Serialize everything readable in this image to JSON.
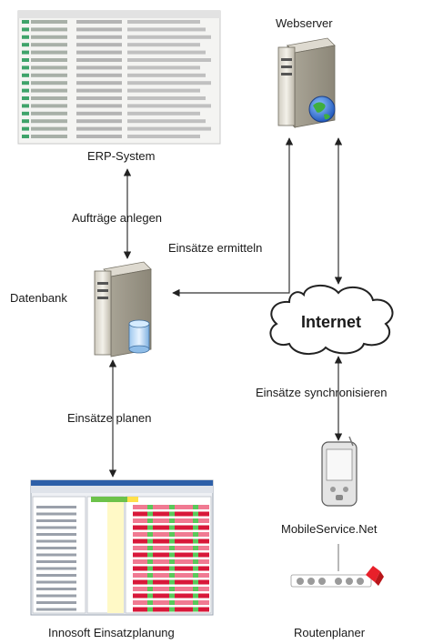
{
  "nodes": {
    "erp_system": {
      "label": "ERP-System"
    },
    "webserver": {
      "label": "Webserver"
    },
    "datenbank": {
      "label": "Datenbank"
    },
    "internet": {
      "label": "Internet"
    },
    "mobile": {
      "label": "MobileService.Net"
    },
    "routenplaner": {
      "label": "Routenplaner"
    },
    "einsatzplanung": {
      "label": "Innosoft Einsatzplanung"
    }
  },
  "edges": {
    "erp_db": {
      "label": "Aufträge anlegen"
    },
    "web_db": {
      "label": "Einsätze ermitteln"
    },
    "internet_mobile": {
      "label": "Einsätze synchronisieren"
    },
    "db_plan": {
      "label": "Einsätze planen"
    }
  },
  "colors": {
    "line": "#333333",
    "server_body": "#e8e6df",
    "cloud_fill": "#ffffff",
    "globe": "#2f6fd8",
    "tomtom_red": "#e8202a"
  },
  "icons": {
    "server": "server-icon",
    "database": "database-icon",
    "globe": "globe-icon",
    "cloud": "cloud-icon",
    "pda": "pda-icon",
    "tomtom": "tomtom-logo"
  }
}
